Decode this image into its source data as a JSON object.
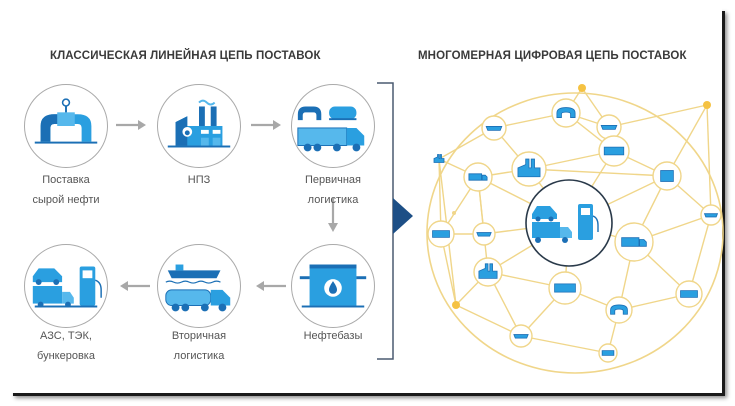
{
  "left_title": "КЛАССИЧЕСКАЯ ЛИНЕЙНАЯ ЦЕПЬ ПОСТАВОК",
  "right_title": "МНОГОМЕРНАЯ ЦИФРОВАЯ ЦЕПЬ ПОСТАВОК",
  "stages": [
    {
      "label_lines": [
        "Поставка",
        "сырой нефти"
      ],
      "icon": "pipeline-icon"
    },
    {
      "label_lines": [
        "НПЗ"
      ],
      "icon": "refinery-icon"
    },
    {
      "label_lines": [
        "Первичная",
        "логистика"
      ],
      "icon": "primary-logistics-icon"
    },
    {
      "label_lines": [
        "Нефтебазы"
      ],
      "icon": "oil-depot-icon"
    },
    {
      "label_lines": [
        "Вторичная",
        "логистика"
      ],
      "icon": "secondary-logistics-icon"
    },
    {
      "label_lines": [
        "АЗС, ТЭК,",
        "бункеровка"
      ],
      "icon": "fuel-station-icon"
    }
  ],
  "colors": {
    "icon_blue": "#2a9fe0",
    "icon_dark": "#1b6fb5",
    "network_gold": "#f0d68a",
    "node_dot": "#f5c242",
    "accent_navy": "#1d4f86",
    "arrow_gray": "#a8a8a8",
    "bracket": "#4a5a70"
  }
}
